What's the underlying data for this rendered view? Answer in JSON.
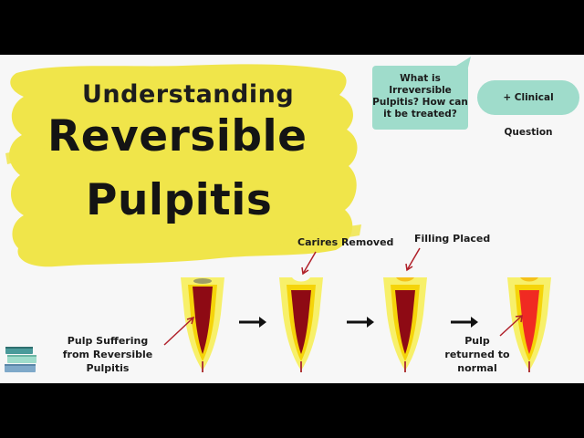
{
  "title": {
    "line1": "Understanding",
    "line2": "Reversible",
    "line3": "Pulpitis"
  },
  "bubbles": {
    "question": "What is Irreversible Pulpitis? How can it be treated?",
    "clinical": "+ Clinical Question"
  },
  "labels": {
    "pulp_suffering": "Pulp Suffering from Reversible Pulpitis",
    "caries_removed": "Carires Removed",
    "filling_placed": "Filling Placed",
    "pulp_returned": "Pulp returned to normal"
  },
  "colors": {
    "highlight_yellow": "#f0e54a",
    "bubble_teal": "#9fdccb",
    "enamel_yellow": "#f7f06a",
    "pulp_inflamed": "#8e0a14",
    "pulp_normal": "#f02a22",
    "arrow_red": "#b0202a",
    "filling": "#f5c21a"
  },
  "icons": [
    "books-icon",
    "arrow-right-icon"
  ]
}
